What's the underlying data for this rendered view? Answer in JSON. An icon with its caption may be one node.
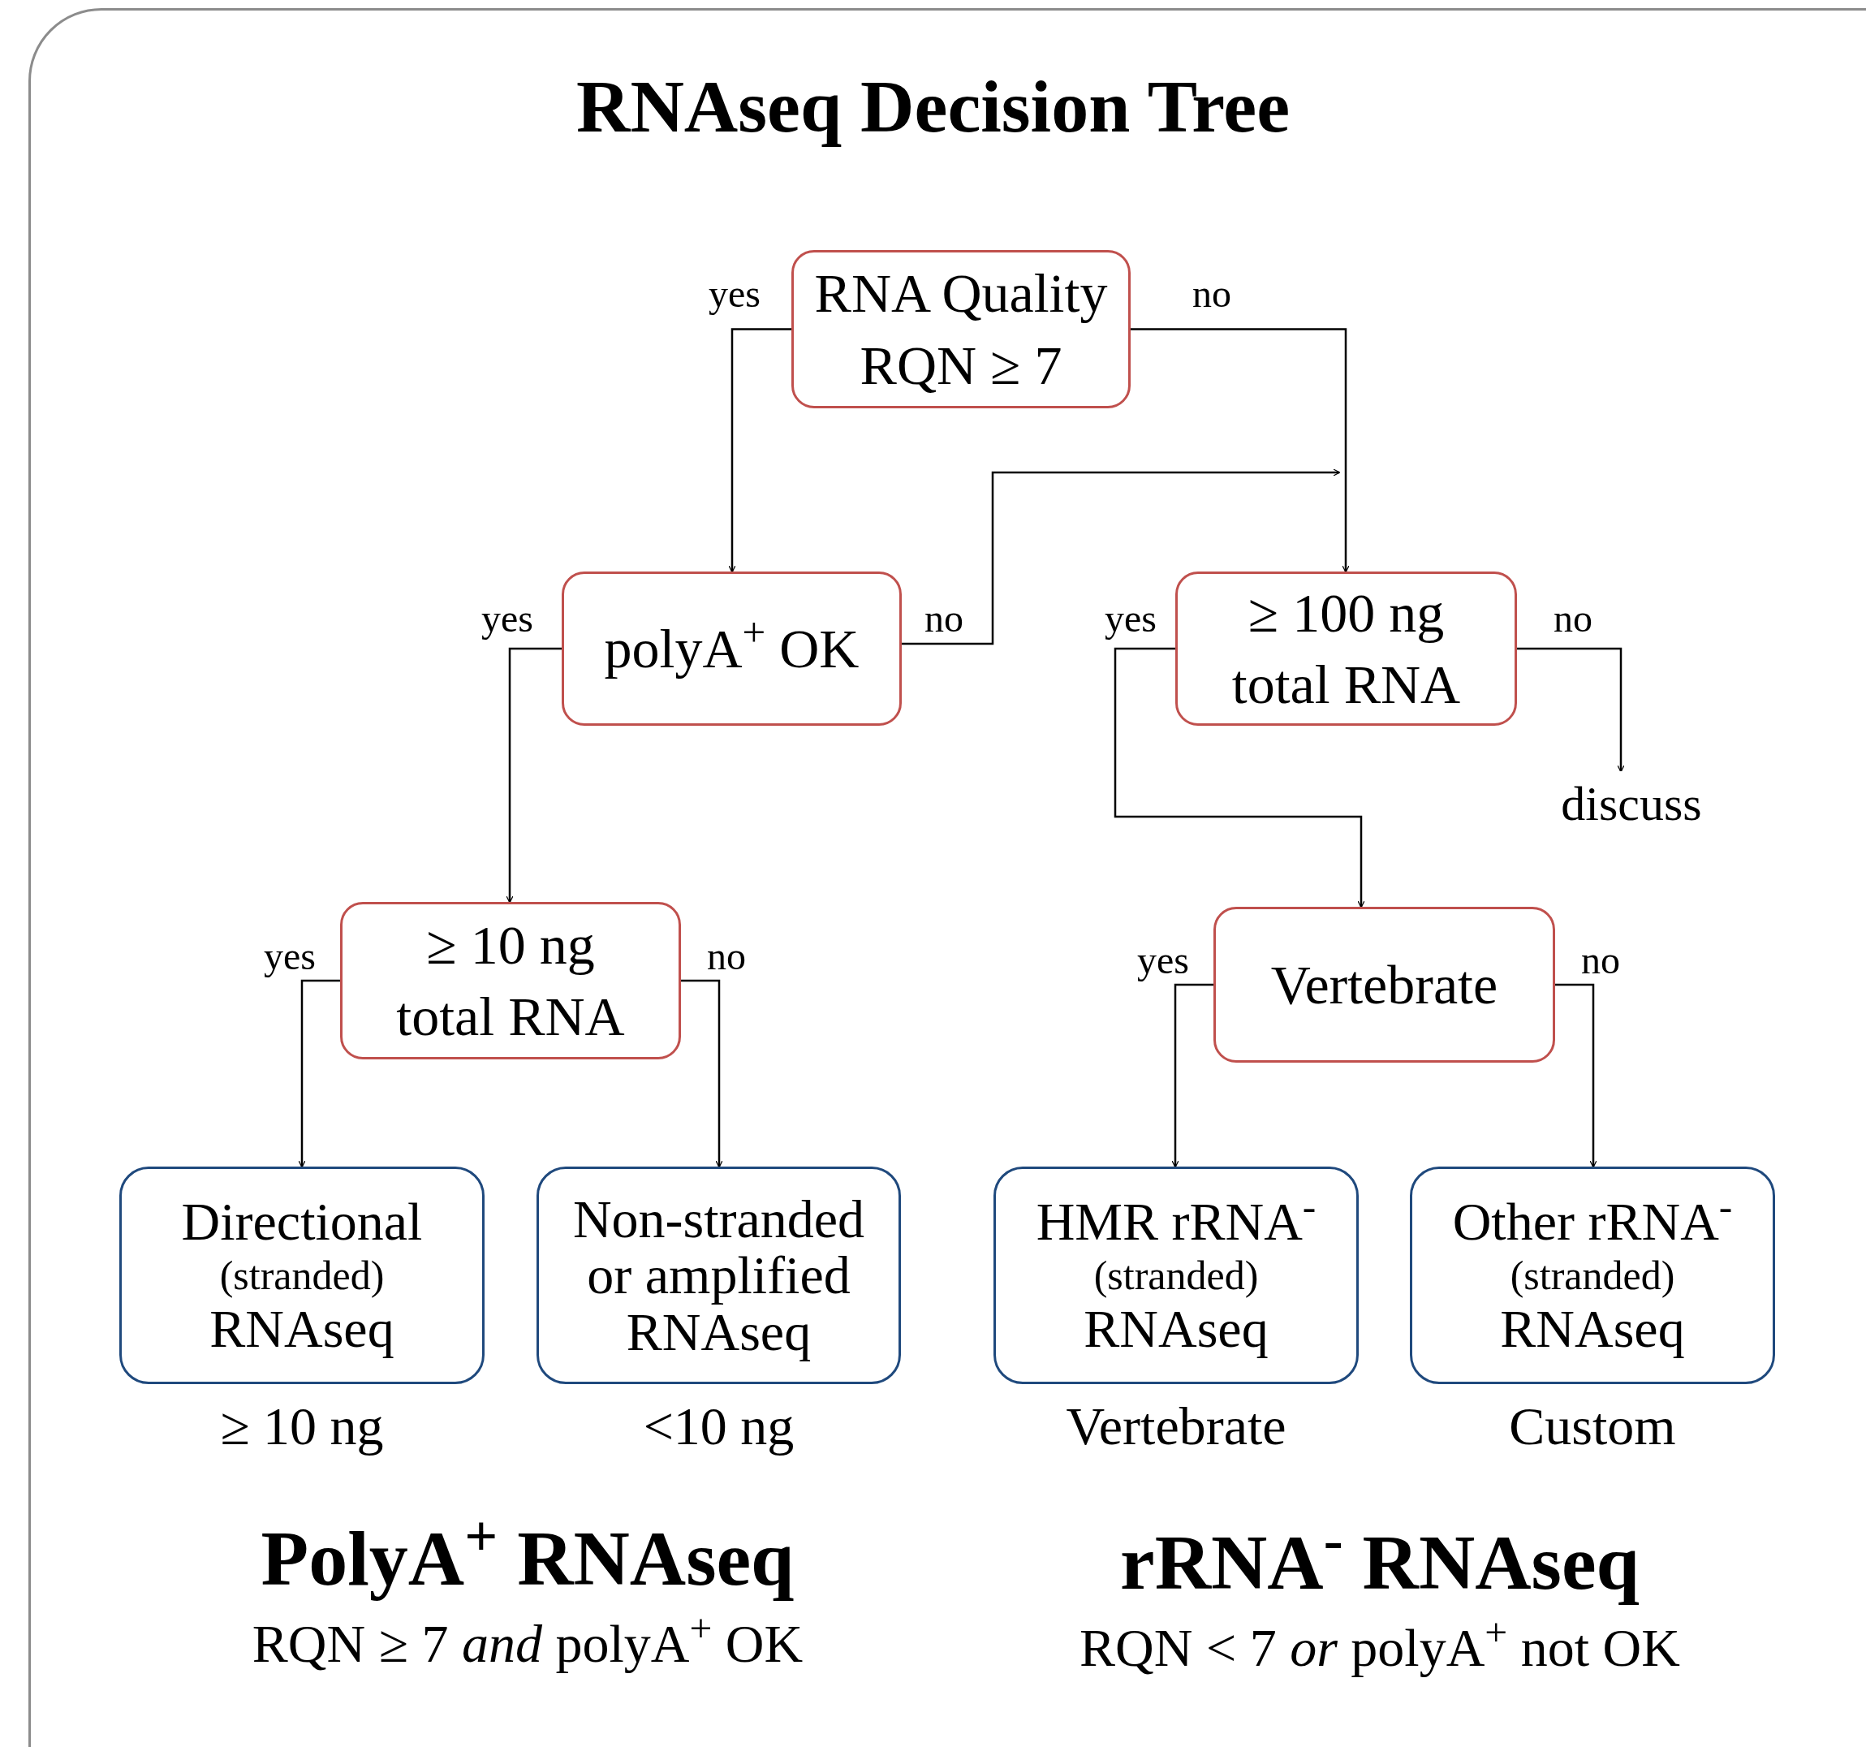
{
  "diagram": {
    "title": "RNAseq Decision Tree",
    "nodes": [
      {
        "text": [
          "RNA Quality",
          "RQN ≥ 7"
        ]
      },
      {
        "text": [
          "polyA$^{+}$ OK"
        ]
      },
      {
        "text": [
          "≥ 100 ng",
          "total RNA"
        ]
      },
      {
        "text": [
          "discuss"
        ]
      },
      {
        "text": [
          "≥ 10 ng",
          "total RNA"
        ]
      },
      {
        "text": [
          "Vertebrate"
        ]
      },
      {
        "text": [
          "Directional",
          "(stranded)",
          "RNAseq"
        ],
        "beside": [
          "≥ 10 ng"
        ]
      },
      {
        "text": [
          "Non-stranded or amplified",
          "RNAseq"
        ],
        "beside": [
          "<10 ng"
        ]
      },
      {
        "text": [
          "HMR rRNA$^{-}$",
          "(stranded)",
          "RNAseq"
        ],
        "beside": [
          "Vertebrate"
        ]
      },
      {
        "text": [
          "Other rRNA$^{-}$",
          "(stranded)",
          "RNAseq"
        ],
        "beside": [
          "Custom"
        ]
      }
    ],
    "edges": [
      {
        "from": 0,
        "to": 1,
        "arrow": "to",
        "label": "yes"
      },
      {
        "from": 0,
        "to": 2,
        "arrow": "to",
        "label": "no"
      },
      {
        "from": 1,
        "to": 2,
        "arrow": "to",
        "label": "no"
      },
      {
        "from": 1,
        "to": 4,
        "arrow": "to",
        "label": "yes"
      },
      {
        "from": 2,
        "to": 5,
        "arrow": "to",
        "label": "yes"
      },
      {
        "from": 2,
        "to": 3,
        "arrow": "to",
        "label": "no"
      },
      {
        "from": 4,
        "to": 6,
        "arrow": "to",
        "label": "yes"
      },
      {
        "from": 4,
        "to": 7,
        "arrow": "to",
        "label": "no"
      },
      {
        "from": 5,
        "to": 8,
        "arrow": "to",
        "label": "yes"
      },
      {
        "from": 5,
        "to": 9,
        "arrow": "to",
        "label": "no"
      }
    ],
    "labels": [
      "PolyA$^{+}$ RNAseq",
      "RQN ≥ 7 *and* polyA$^{+}$ OK",
      "rRNA$^{-}$ RNAseq",
      "RQN < 7 *or* polyA$^{+}$ not OK"
    ]
  }
}
